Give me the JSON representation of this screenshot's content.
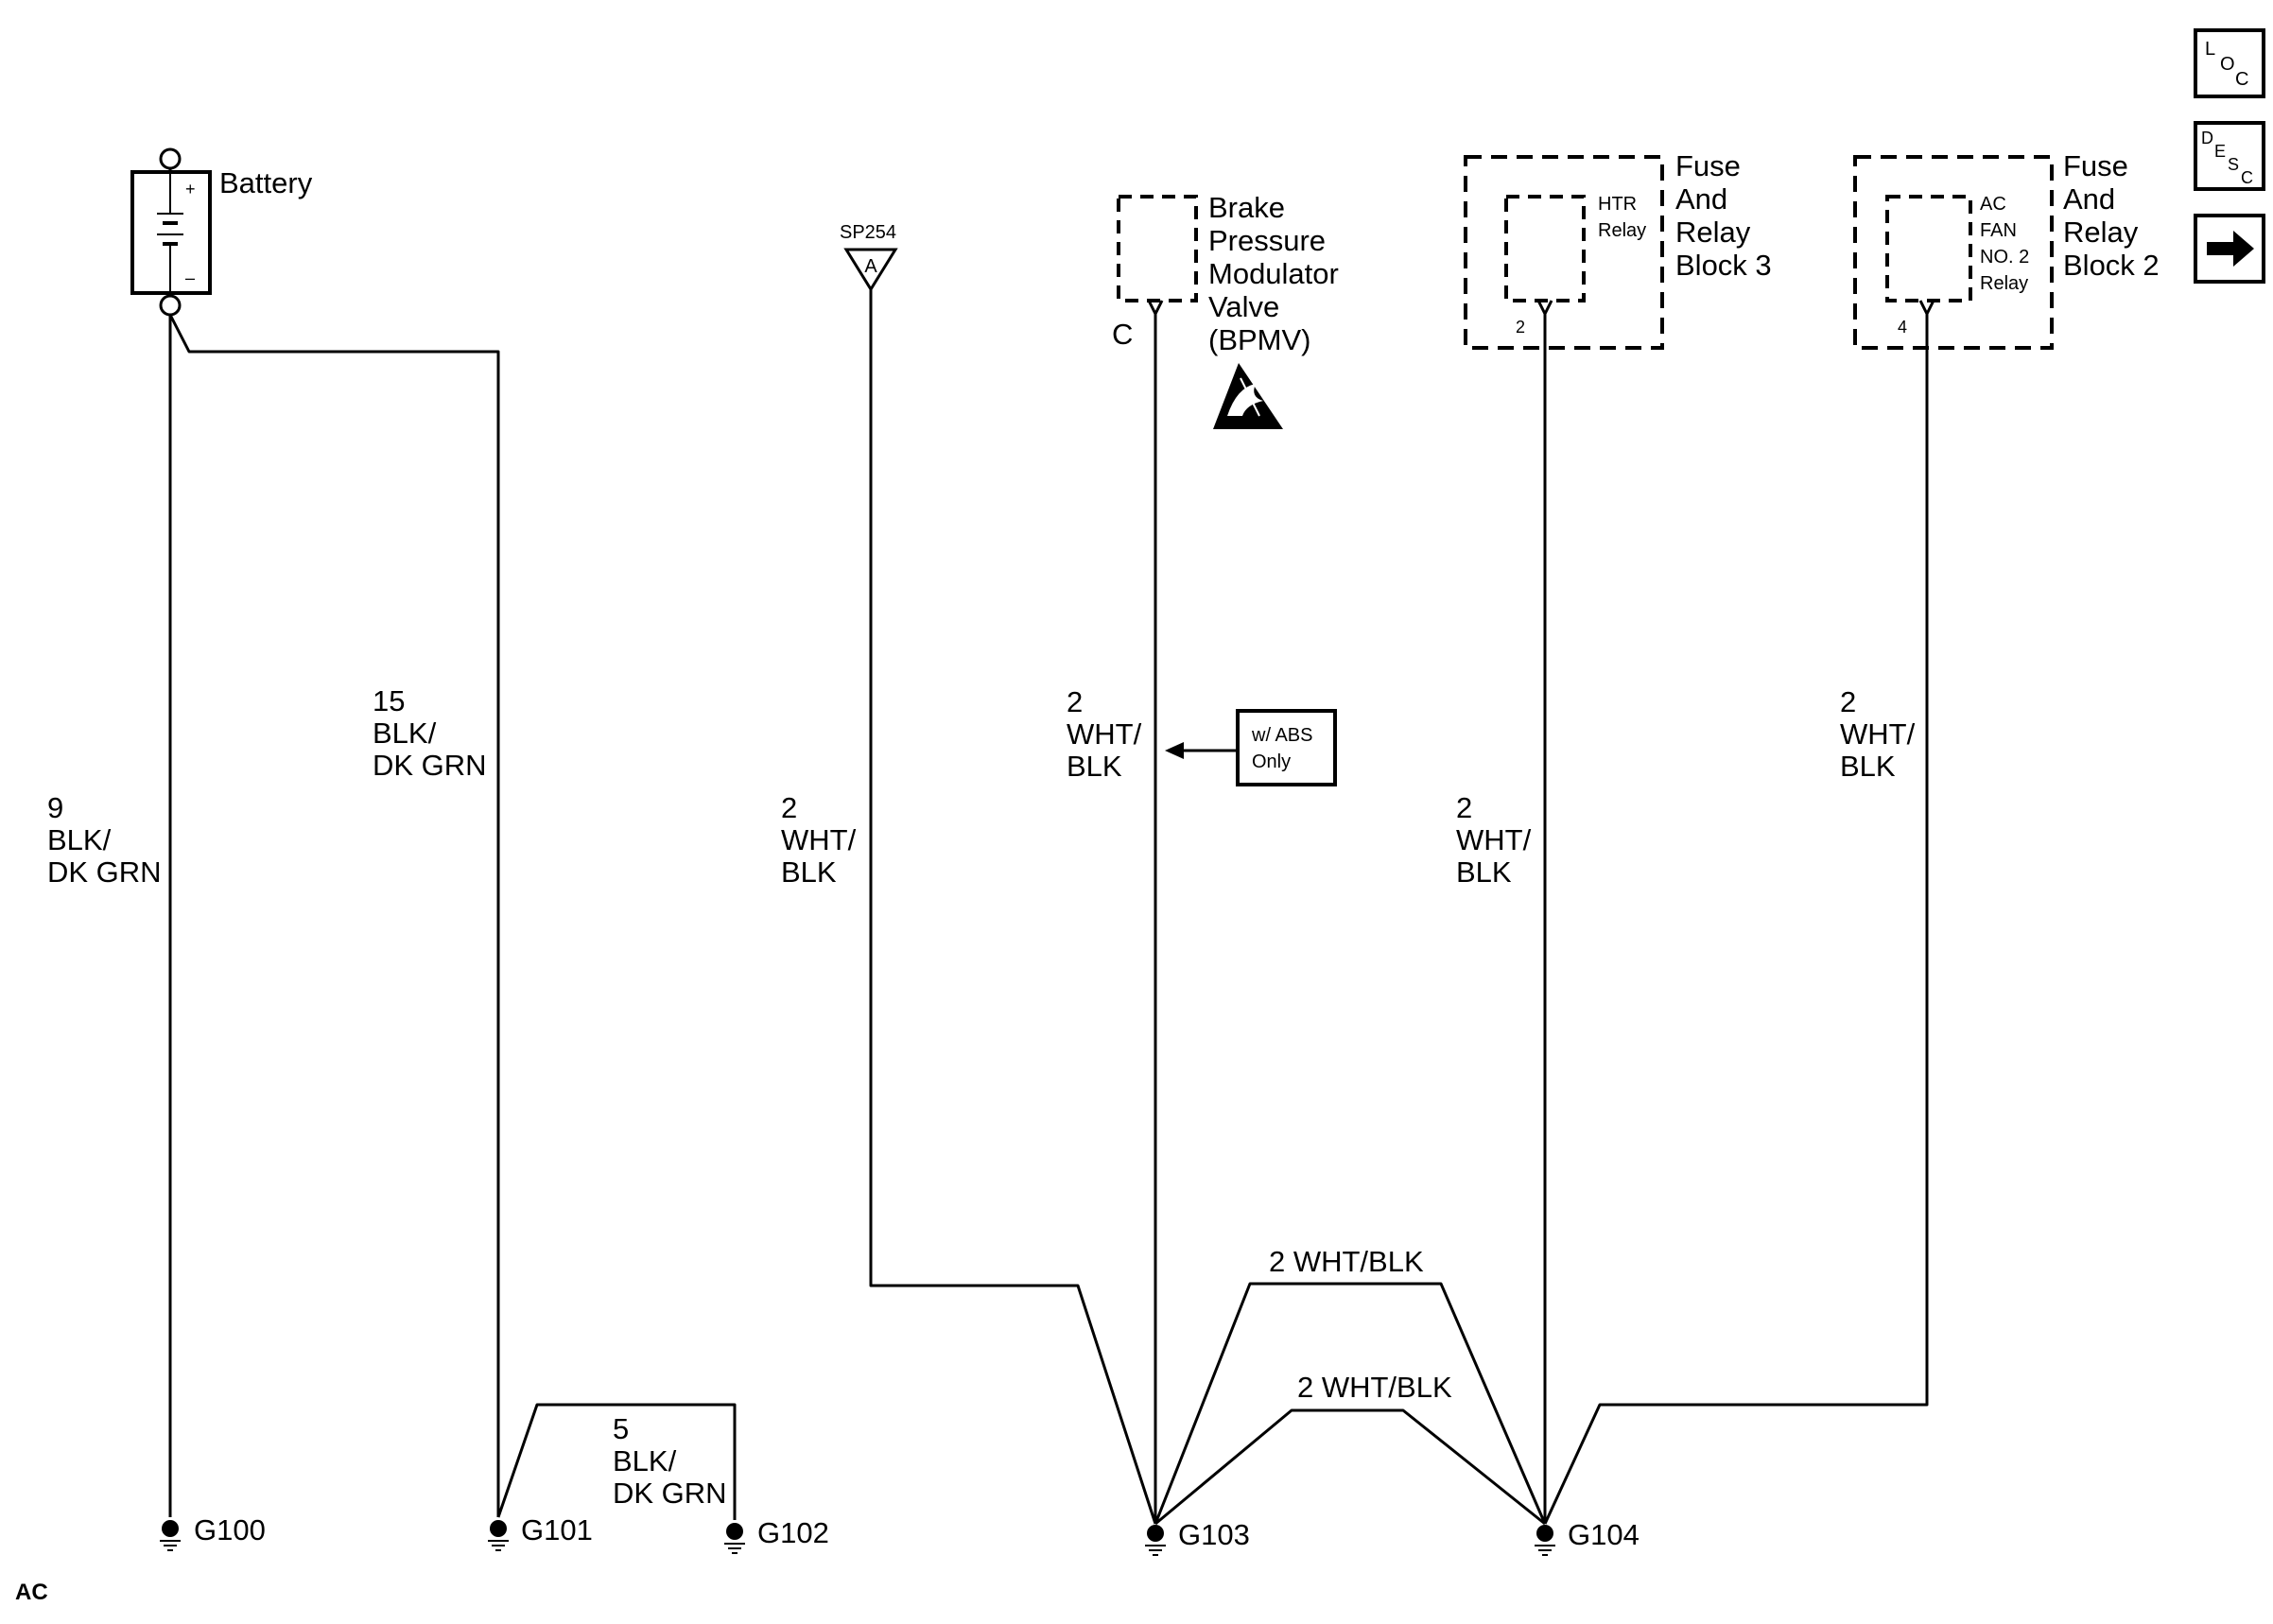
{
  "battery": {
    "label": "Battery",
    "plus": "+",
    "minus": "–"
  },
  "wires": {
    "w9": {
      "gauge": "9",
      "color1": "BLK/",
      "color2": "DK GRN"
    },
    "w15": {
      "gauge": "15",
      "color1": "BLK/",
      "color2": "DK GRN"
    },
    "w5": {
      "gauge": "5",
      "color1": "BLK/",
      "color2": "DK GRN"
    },
    "w_sp254": {
      "gauge": "2",
      "color1": "WHT/",
      "color2": "BLK"
    },
    "w_bpmv": {
      "gauge": "2",
      "color1": "WHT/",
      "color2": "BLK"
    },
    "w_htr": {
      "gauge": "2",
      "color1": "WHT/",
      "color2": "BLK"
    },
    "w_acfan": {
      "gauge": "2",
      "color1": "WHT/",
      "color2": "BLK"
    },
    "jumper_upper": "2 WHT/BLK",
    "jumper_lower": "2 WHT/BLK"
  },
  "splice": {
    "name": "SP254",
    "letter": "A"
  },
  "bpmv": {
    "lines": [
      "Brake",
      "Pressure",
      "Modulator",
      "Valve",
      "(BPMV)"
    ],
    "pin": "C"
  },
  "option_note": {
    "line1": "w/ ABS",
    "line2": "Only"
  },
  "fuse_block_3": {
    "lines": [
      "Fuse",
      "And",
      "Relay",
      "Block 3"
    ],
    "relay_lines": [
      "HTR",
      "Relay"
    ],
    "pin": "2"
  },
  "fuse_block_2": {
    "lines": [
      "Fuse",
      "And",
      "Relay",
      "Block 2"
    ],
    "relay_lines": [
      "AC",
      "FAN",
      "NO. 2",
      "Relay"
    ],
    "pin": "4"
  },
  "grounds": {
    "g100": "G100",
    "g101": "G101",
    "g102": "G102",
    "g103": "G103",
    "g104": "G104"
  },
  "nav": {
    "loc": {
      "l": "L",
      "o": "O",
      "c": "C"
    },
    "desc": {
      "d": "D",
      "e": "E",
      "s": "S",
      "c": "C"
    },
    "next_icon": "right-arrow-icon"
  },
  "footer": {
    "code": "AC"
  }
}
